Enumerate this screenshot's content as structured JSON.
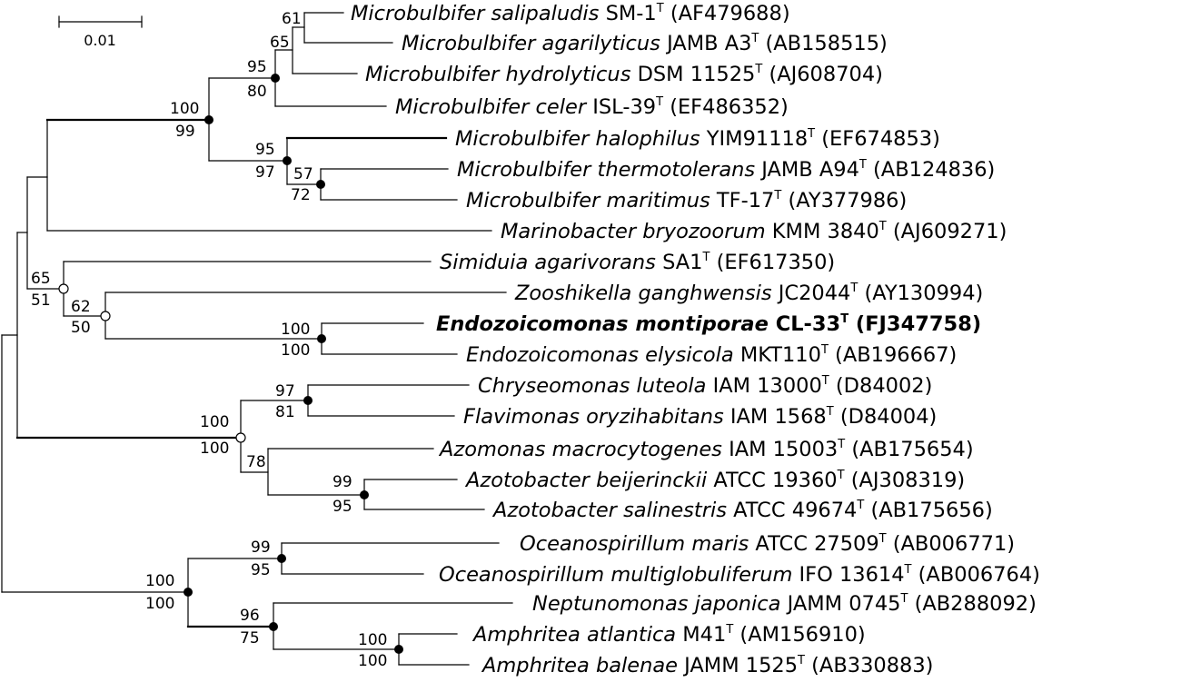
{
  "scale_bar": {
    "label": "0.01"
  },
  "colors": {
    "line": "#000000",
    "filled_node": "#000000",
    "open_node": "#ffffff"
  },
  "taxa": [
    {
      "genus_species": "Microbulbifer salipaludis",
      "strain": "SM-1",
      "type_mark": "T",
      "accession": "(AF479688)",
      "bold": false
    },
    {
      "genus_species": "Microbulbifer agarilyticus",
      "strain": "JAMB A3",
      "type_mark": "T",
      "accession": "(AB158515)",
      "bold": false
    },
    {
      "genus_species": "Microbulbifer hydrolyticus",
      "strain": "DSM 11525",
      "type_mark": "T",
      "accession": "(AJ608704)",
      "bold": false
    },
    {
      "genus_species": "Microbulbifer celer",
      "strain": "ISL-39",
      "type_mark": "T",
      "accession": "(EF486352)",
      "bold": false
    },
    {
      "genus_species": "Microbulbifer halophilus",
      "strain": "YIM91118",
      "type_mark": "T",
      "accession": "(EF674853)",
      "bold": false
    },
    {
      "genus_species": "Microbulbifer thermotolerans",
      "strain": "JAMB A94",
      "type_mark": "T",
      "accession": "(AB124836)",
      "bold": false
    },
    {
      "genus_species": "Microbulbifer maritimus",
      "strain": "TF-17",
      "type_mark": "T",
      "accession": "(AY377986)",
      "bold": false
    },
    {
      "genus_species": "Marinobacter bryozoorum",
      "strain": "KMM 3840",
      "type_mark": "T",
      "accession": "(AJ609271)",
      "bold": false
    },
    {
      "genus_species": "Simiduia agarivorans",
      "strain": "SA1",
      "type_mark": "T",
      "accession": "(EF617350)",
      "bold": false
    },
    {
      "genus_species": "Zooshikella ganghwensis",
      "strain": "JC2044",
      "type_mark": "T",
      "accession": "(AY130994)",
      "bold": false
    },
    {
      "genus_species": "Endozoicomonas montiporae",
      "strain": "CL-33",
      "type_mark": "T",
      "accession": "(FJ347758)",
      "bold": true
    },
    {
      "genus_species": "Endozoicomonas elysicola",
      "strain": "MKT110",
      "type_mark": "T",
      "accession": "(AB196667)",
      "bold": false
    },
    {
      "genus_species": "Chryseomonas luteola",
      "strain": "IAM 13000",
      "type_mark": "T",
      "accession": "(D84002)",
      "bold": false
    },
    {
      "genus_species": "Flavimonas oryzihabitans",
      "strain": "IAM 1568",
      "type_mark": "T",
      "accession": "(D84004)",
      "bold": false
    },
    {
      "genus_species": "Azomonas macrocytogenes",
      "strain": "IAM 15003",
      "type_mark": "T",
      "accession": "(AB175654)",
      "bold": false
    },
    {
      "genus_species": "Azotobacter beijerinckii",
      "strain": "ATCC 19360",
      "type_mark": "T",
      "accession": "(AJ308319)",
      "bold": false
    },
    {
      "genus_species": "Azotobacter salinestris",
      "strain": "ATCC 49674",
      "type_mark": "T",
      "accession": "(AB175656)",
      "bold": false
    },
    {
      "genus_species": "Oceanospirillum maris",
      "strain": "ATCC 27509",
      "type_mark": "T",
      "accession": "(AB006771)",
      "bold": false
    },
    {
      "genus_species": "Oceanospirillum multiglobuliferum",
      "strain": "IFO 13614",
      "type_mark": "T",
      "accession": "(AB006764)",
      "bold": false
    },
    {
      "genus_species": "Neptunomonas japonica",
      "strain": "JAMM 0745",
      "type_mark": "T",
      "accession": "(AB288092)",
      "bold": false
    },
    {
      "genus_species": "Amphritea atlantica",
      "strain": "M41",
      "type_mark": "T",
      "accession": "(AM156910)",
      "bold": false
    },
    {
      "genus_species": "Amphritea balenae",
      "strain": "JAMM 1525",
      "type_mark": "T",
      "accession": "(AB330883)",
      "bold": false
    }
  ],
  "support_values": [
    "61",
    "65",
    "95",
    "80",
    "100",
    "99",
    "95",
    "97",
    "57",
    "72",
    "65",
    "51",
    "62",
    "50",
    "100",
    "100",
    "97",
    "81",
    "100",
    "100",
    "78",
    "99",
    "95",
    "99",
    "95",
    "100",
    "100",
    "96",
    "75",
    "100",
    "100"
  ]
}
